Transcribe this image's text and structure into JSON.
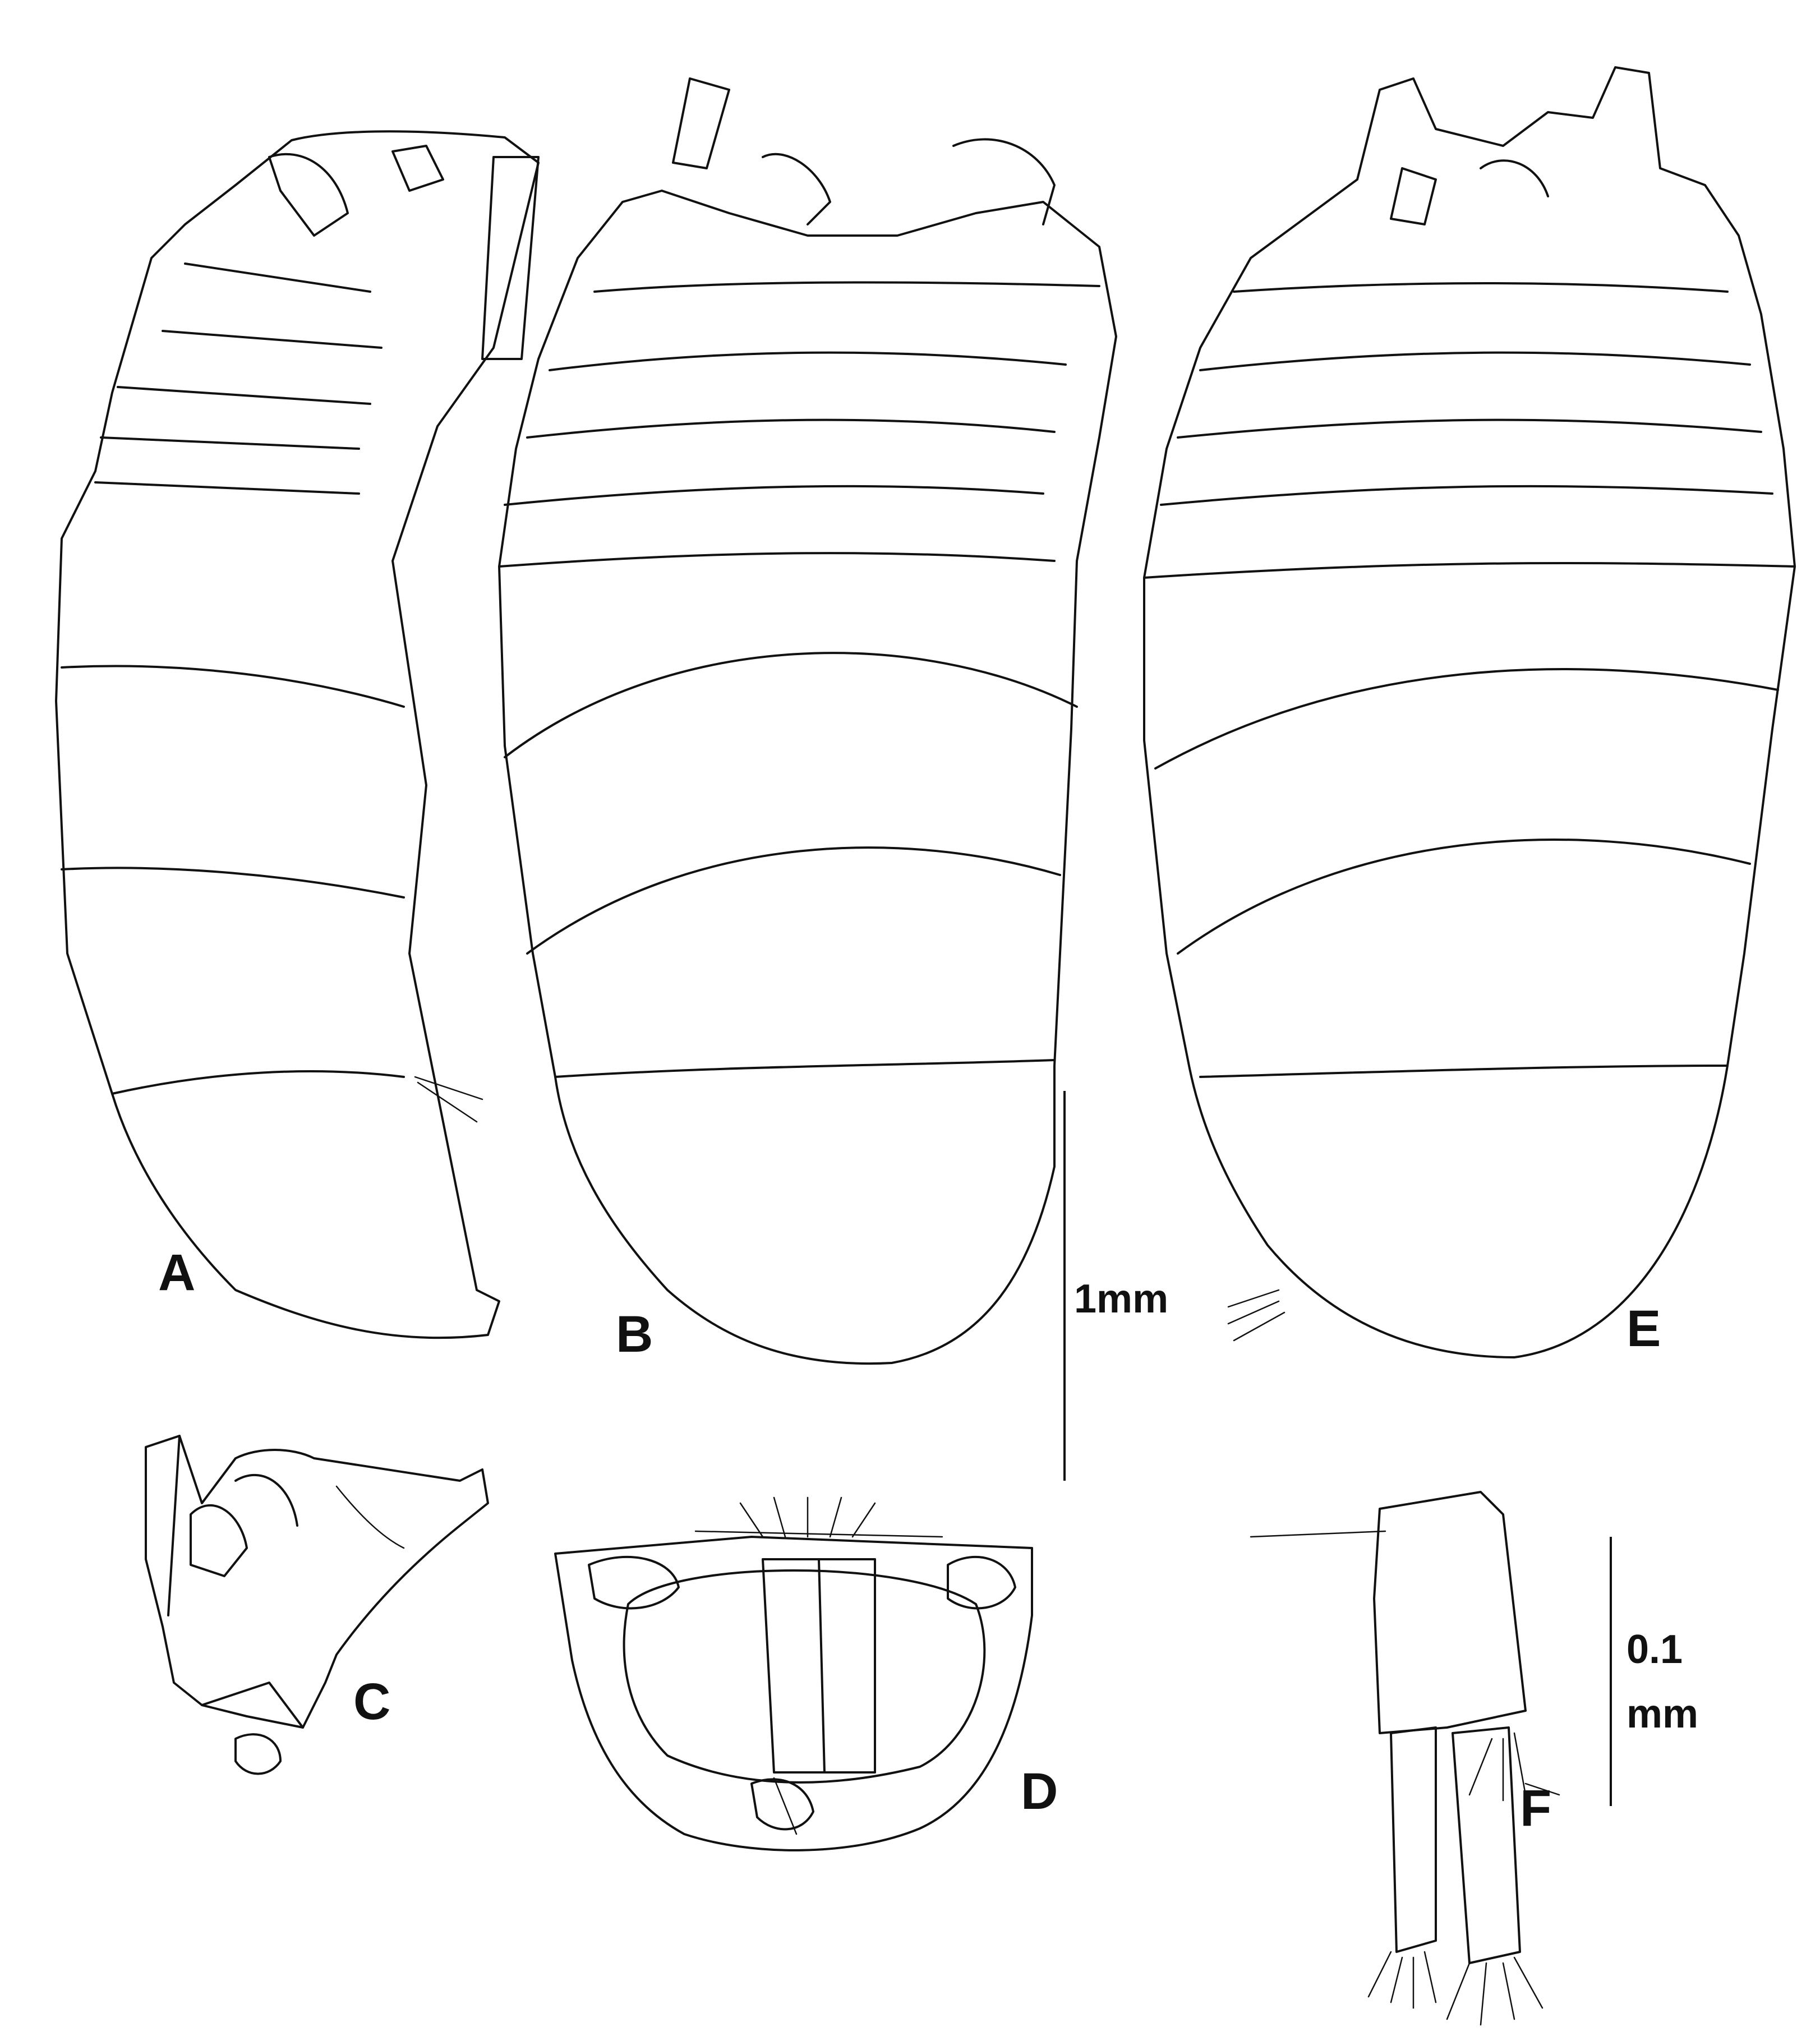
{
  "panels": {
    "a": "A",
    "b": "B",
    "c": "C",
    "d": "D",
    "e": "E",
    "f": "F"
  },
  "scale_bars": {
    "large": "1mm",
    "small_line1": "0.1",
    "small_line2": "mm"
  },
  "colors": {
    "ink": "#111111",
    "paper": "#ffffff"
  }
}
